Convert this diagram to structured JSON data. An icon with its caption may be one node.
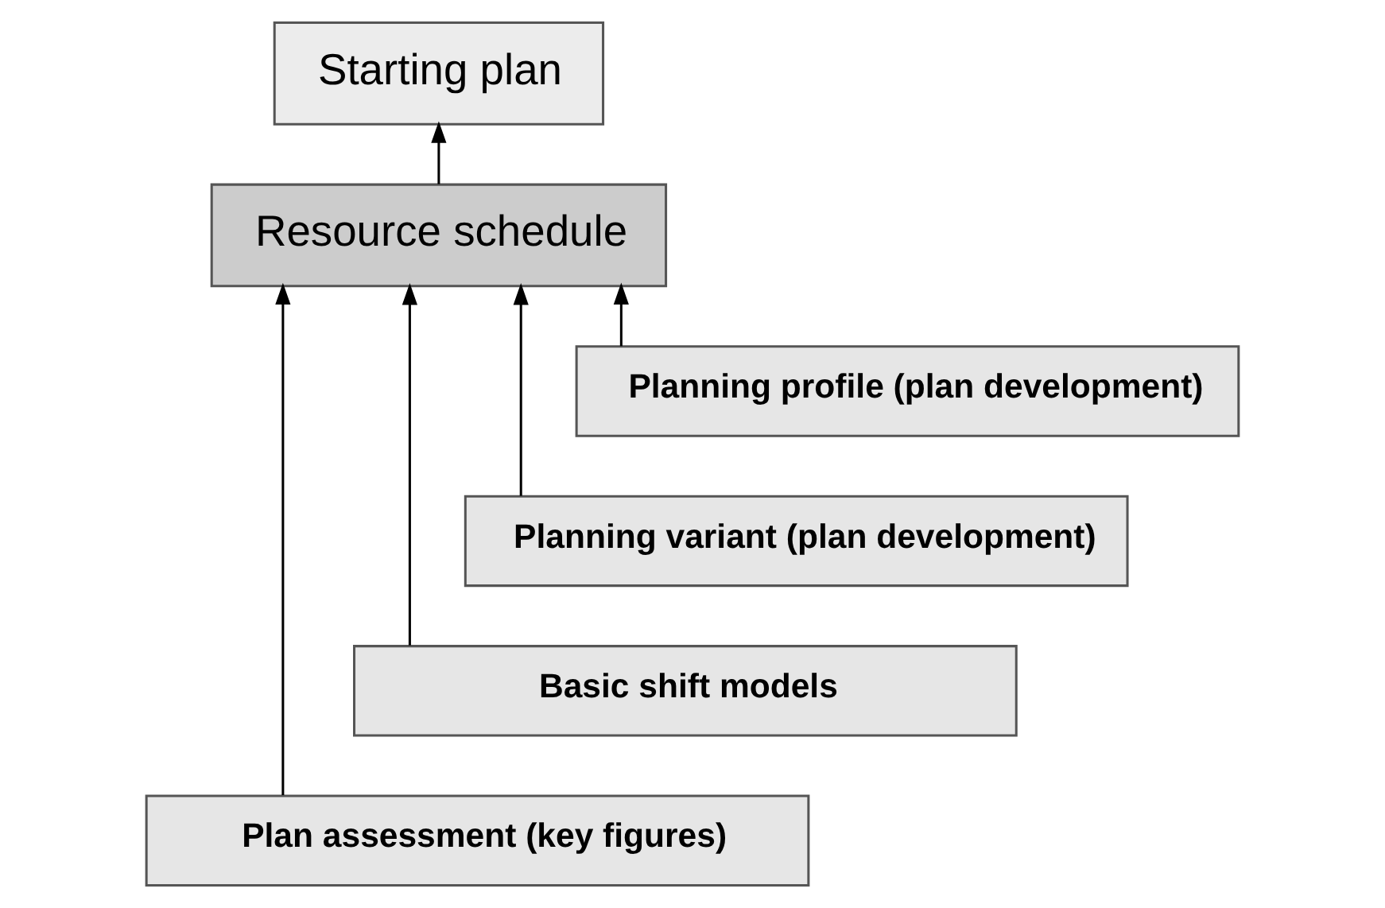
{
  "diagram": {
    "nodes": [
      {
        "text": [
          "Starting plan"
        ]
      },
      {
        "text": [
          "Resource schedule"
        ]
      },
      {
        "text": [
          "Planning profile (plan development)"
        ]
      },
      {
        "text": [
          "Planning variant (plan development)"
        ]
      },
      {
        "text": [
          "Basic shift models"
        ]
      },
      {
        "text": [
          "Plan assessment (key figures)"
        ]
      }
    ],
    "edges": [
      {
        "from": 1,
        "to": 0,
        "arrow": "to"
      },
      {
        "from": 2,
        "to": 1,
        "arrow": "to"
      },
      {
        "from": 3,
        "to": 1,
        "arrow": "to"
      },
      {
        "from": 4,
        "to": 1,
        "arrow": "to"
      },
      {
        "from": 5,
        "to": 1,
        "arrow": "to"
      }
    ]
  }
}
